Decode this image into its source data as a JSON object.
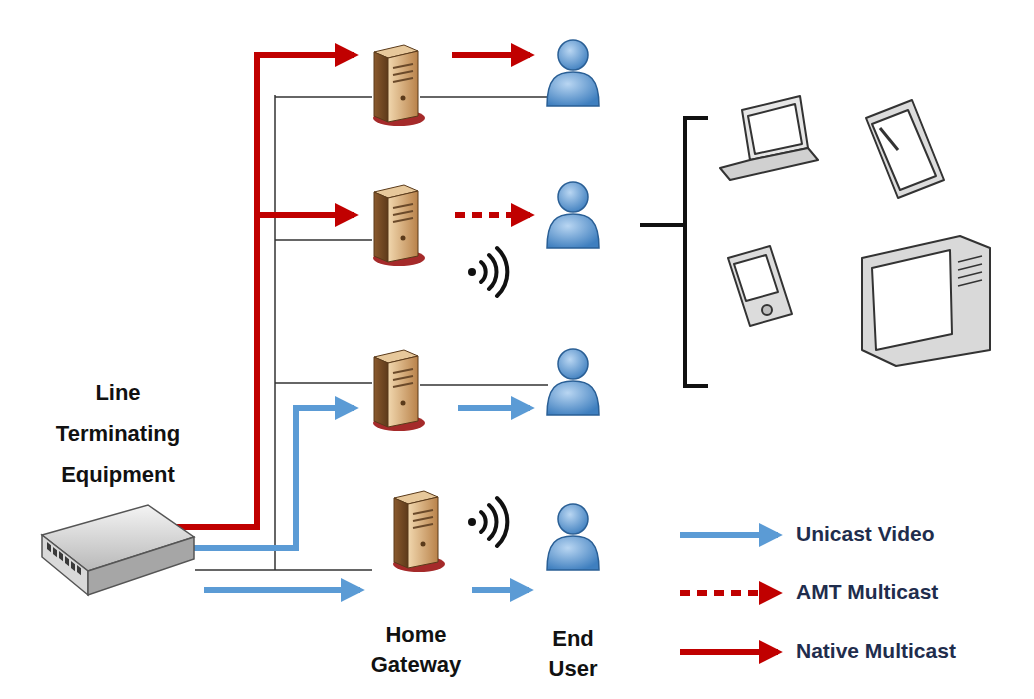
{
  "diagram": {
    "nodes": [
      {
        "text": [
          "Line Terminating Equipment"
        ]
      },
      {
        "text": [
          "Home Gateway"
        ]
      },
      {
        "text": [
          "End User"
        ]
      }
    ],
    "edges": [
      {
        "from": 0,
        "to": 1,
        "arrow": "to"
      },
      {
        "from": 1,
        "to": 2,
        "arrow": "to"
      }
    ],
    "legend": [
      {
        "text": "Unicast Video"
      },
      {
        "text": "AMT Multicast"
      },
      {
        "text": "Native Multicast"
      }
    ]
  }
}
